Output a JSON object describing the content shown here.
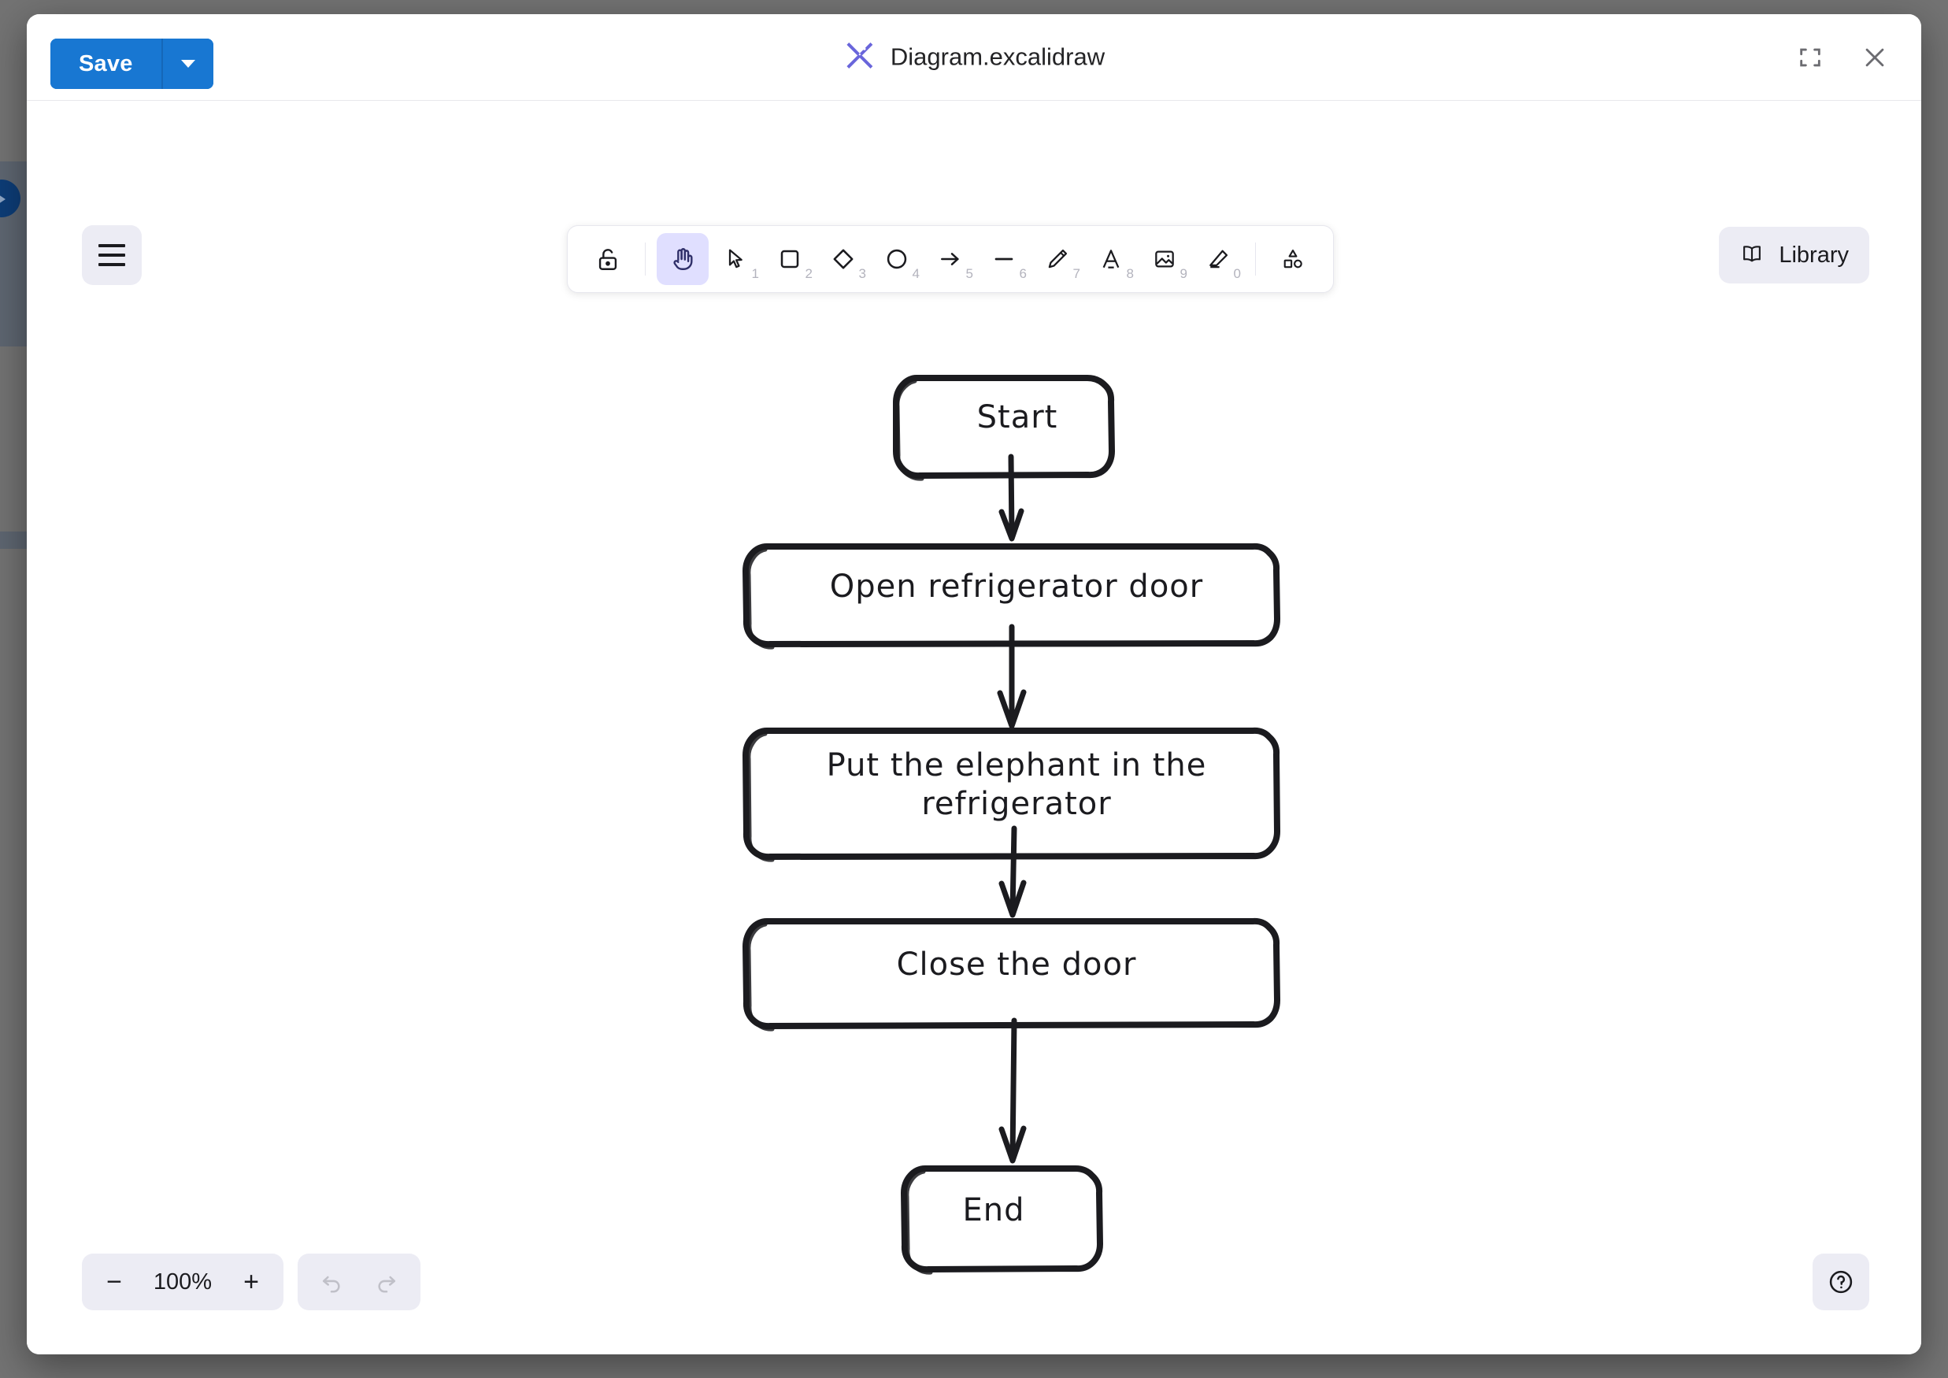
{
  "window": {
    "title": "Diagram.excalidraw",
    "logo_icon": "excalidraw-logo-icon",
    "fullscreen_icon": "fullscreen-icon",
    "close_icon": "close-icon"
  },
  "toolbar_top": {
    "save_label": "Save",
    "save_dropdown_icon": "chevron-down-icon"
  },
  "canvas_menu": {
    "menu_icon": "hamburger-menu-icon"
  },
  "tools": [
    {
      "name": "lock-icon",
      "label": "",
      "key": "",
      "active": false
    },
    {
      "name": "hand-icon",
      "label": "",
      "key": "",
      "active": true
    },
    {
      "name": "selection-icon",
      "label": "",
      "key": "1",
      "active": false
    },
    {
      "name": "rectangle-icon",
      "label": "",
      "key": "2",
      "active": false
    },
    {
      "name": "diamond-icon",
      "label": "",
      "key": "3",
      "active": false
    },
    {
      "name": "ellipse-icon",
      "label": "",
      "key": "4",
      "active": false
    },
    {
      "name": "arrow-icon",
      "label": "",
      "key": "5",
      "active": false
    },
    {
      "name": "line-icon",
      "label": "",
      "key": "6",
      "active": false
    },
    {
      "name": "draw-icon",
      "label": "",
      "key": "7",
      "active": false
    },
    {
      "name": "text-icon",
      "label": "",
      "key": "8",
      "active": false
    },
    {
      "name": "image-icon",
      "label": "",
      "key": "9",
      "active": false
    },
    {
      "name": "eraser-icon",
      "label": "",
      "key": "0",
      "active": false
    },
    {
      "name": "shapes-icon",
      "label": "",
      "key": "",
      "active": false
    }
  ],
  "library": {
    "label": "Library",
    "icon": "book-icon"
  },
  "footer": {
    "zoom_out_label": "−",
    "zoom_value": "100%",
    "zoom_in_label": "+",
    "undo_icon": "undo-icon",
    "redo_icon": "redo-icon",
    "help_icon": "help-icon"
  },
  "chart_data": {
    "type": "diagram",
    "diagram_style": "flowchart",
    "title": "",
    "nodes": [
      {
        "id": "n1",
        "label": "Start",
        "shape": "rounded-rectangle"
      },
      {
        "id": "n2",
        "label": "Open refrigerator door",
        "shape": "rounded-rectangle"
      },
      {
        "id": "n3",
        "label": "Put the elephant in the refrigerator",
        "line1": "Put the elephant in the",
        "line2": "refrigerator",
        "shape": "rounded-rectangle"
      },
      {
        "id": "n4",
        "label": "Close the door",
        "shape": "rounded-rectangle"
      },
      {
        "id": "n5",
        "label": "End",
        "shape": "rounded-rectangle"
      }
    ],
    "edges": [
      {
        "from": "n1",
        "to": "n2",
        "type": "arrow"
      },
      {
        "from": "n2",
        "to": "n3",
        "type": "arrow"
      },
      {
        "from": "n3",
        "to": "n4",
        "type": "arrow"
      },
      {
        "from": "n4",
        "to": "n5",
        "type": "arrow"
      }
    ]
  },
  "colors": {
    "accent_blue": "#1877d2",
    "tool_active_bg": "#e0dfff",
    "button_bg": "#ececf4",
    "stroke": "#1b1b1f",
    "logo_purple": "#6965db"
  }
}
